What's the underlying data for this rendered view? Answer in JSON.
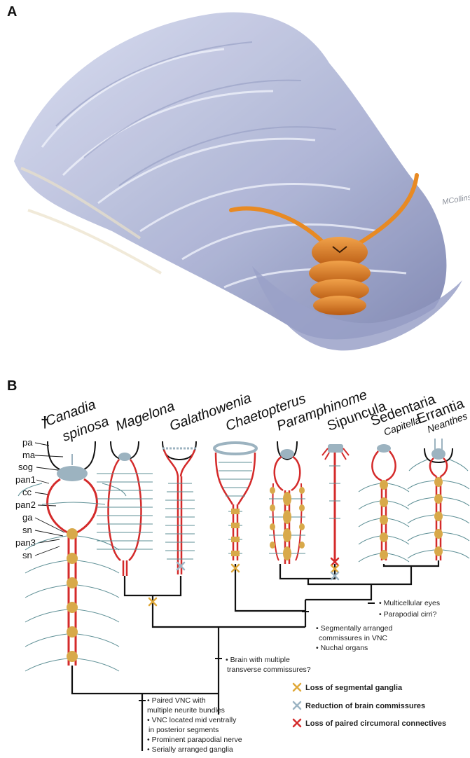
{
  "panels": {
    "a": "A",
    "b": "B"
  },
  "artwork": {
    "signature": "MCollins"
  },
  "taxa": {
    "canadia_line1": "Canadia",
    "canadia_line2": "spinosa",
    "dagger": "†",
    "magelona": "Magelona",
    "galathowenia": "Galathowenia",
    "chaetopterus": "Chaetopterus",
    "paramphinome": "Paramphinome",
    "sipuncula": "Sipuncula",
    "sedentaria": "Sedentaria",
    "capitella": "Capitella",
    "errantia": "Errantia",
    "neanthes": "Neanthes"
  },
  "abbreviations": [
    "pa",
    "ma",
    "sog",
    "pan1",
    "cc",
    "pan2",
    "ga",
    "sn",
    "pan3",
    "sn"
  ],
  "node_notes": {
    "eyes": [
      "• Multicellular eyes",
      "• Parapodial cirri?"
    ],
    "segmental": [
      "• Segmentally arranged",
      "commissures in VNC",
      "• Nuchal organs"
    ],
    "brain": [
      "• Brain with multiple",
      "transverse commissures?"
    ],
    "root": [
      "• Paired VNC with",
      "multiple neurite bundles",
      "• VNC located mid ventrally",
      "in posterior segments",
      "• Prominent parapodial nerve",
      "• Serially arranged ganglia"
    ]
  },
  "legend": [
    {
      "label": "Loss of segmental ganglia",
      "color": "#e0a93a"
    },
    {
      "label": "Reduction of brain commissures",
      "color": "#9db5c4"
    },
    {
      "label": "Loss of paired circumoral connectives",
      "color": "#d42a2a"
    }
  ],
  "colors": {
    "nerve_red": "#d42a2a",
    "ganglion": "#d8a94a",
    "brain_blue": "#9cb3c0",
    "side_nerve": "#5d8f95",
    "feather": "#b9bfdc",
    "body_orange": "#d9761c"
  }
}
